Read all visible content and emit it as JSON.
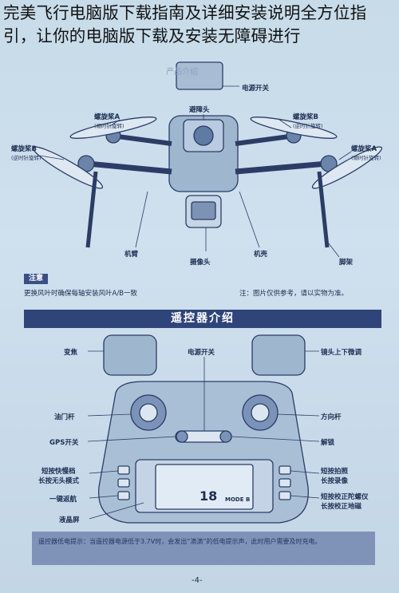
{
  "headline": "完美飞行电脑版下载指南及详细安装说明全方位指引，让你的电脑版下载及安装无障碍进行",
  "drone": {
    "faded_title": "产品介绍",
    "power_switch_top": "电源开关",
    "obstacle": "避障头",
    "prop_a_left": "螺旋桨A",
    "prop_a_left_sub": "(顺时针旋转)",
    "prop_b_left": "螺旋桨B",
    "prop_b_left_sub": "(逆时针旋转)",
    "prop_b_right": "螺旋桨B",
    "prop_b_right_sub": "(逆时针旋转)",
    "prop_a_right": "螺旋桨A",
    "prop_a_right_sub": "(顺时针旋转)",
    "arm": "机臂",
    "camera": "摄像头",
    "shell": "机壳",
    "legs": "脚架"
  },
  "note": {
    "tag": "注意",
    "text": "更换风叶时确保每轴安装风叶A/B一致",
    "right": "注：图片仅供参考，请以实物为准。"
  },
  "remote": {
    "title": "遥控器介绍",
    "zoom": "变焦",
    "power": "电源开关",
    "tilt": "镜头上下微调",
    "throttle": "油门杆",
    "direction": "方向杆",
    "gps": "GPS开关",
    "unlock": "解锁",
    "speed": "短按快慢档",
    "headless": "长按无头模式",
    "rth": "一键返航",
    "lcd": "液晶屏",
    "photo": "短按拍照",
    "video": "长按录像",
    "gyro": "短按校正陀螺仪",
    "compass": "长按校正地磁",
    "lcd_mode": "MODE B",
    "lcd_digits": "18"
  },
  "tip": "遥控器低电提示：当遥控器电源低于3.7V时，会发出“滴滴”的低电提示声，此时用户需要及时充电。",
  "page_number": "-4-"
}
